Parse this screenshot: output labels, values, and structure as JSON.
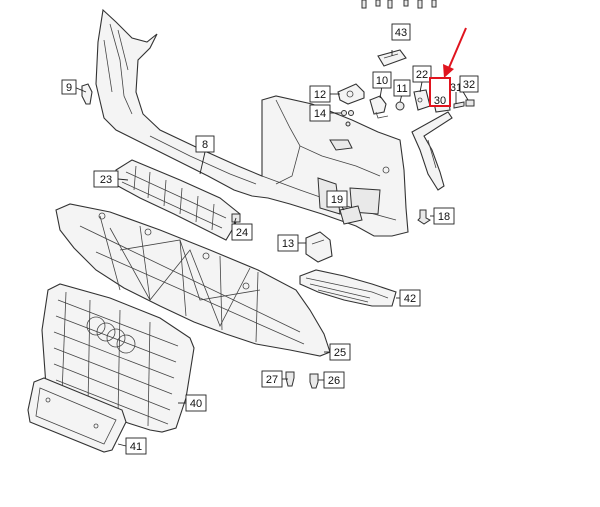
{
  "diagram": {
    "highlight_color": "#e0141e",
    "highlighted_part": "30",
    "labels": [
      {
        "id": "9",
        "text": "9"
      },
      {
        "id": "43",
        "text": "43"
      },
      {
        "id": "10",
        "text": "10"
      },
      {
        "id": "11",
        "text": "11"
      },
      {
        "id": "22",
        "text": "22"
      },
      {
        "id": "12",
        "text": "12"
      },
      {
        "id": "14",
        "text": "14"
      },
      {
        "id": "31",
        "text": "31"
      },
      {
        "id": "32",
        "text": "32"
      },
      {
        "id": "30",
        "text": "30"
      },
      {
        "id": "8",
        "text": "8"
      },
      {
        "id": "23",
        "text": "23"
      },
      {
        "id": "19",
        "text": "19"
      },
      {
        "id": "18",
        "text": "18"
      },
      {
        "id": "24",
        "text": "24"
      },
      {
        "id": "13",
        "text": "13"
      },
      {
        "id": "42",
        "text": "42"
      },
      {
        "id": "25",
        "text": "25"
      },
      {
        "id": "27",
        "text": "27"
      },
      {
        "id": "26",
        "text": "26"
      },
      {
        "id": "40",
        "text": "40"
      },
      {
        "id": "41",
        "text": "41"
      }
    ]
  }
}
